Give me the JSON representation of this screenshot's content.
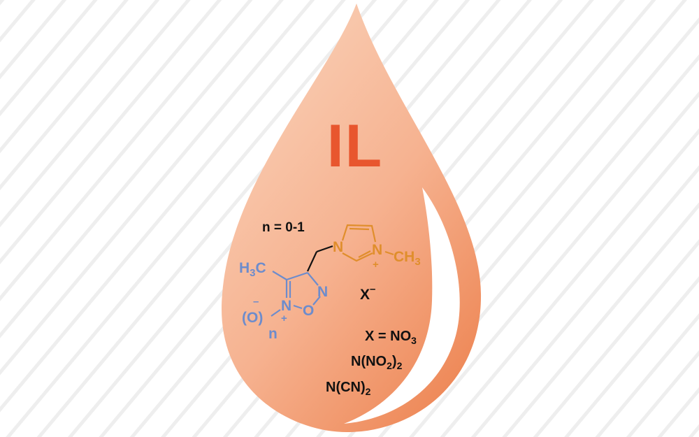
{
  "title": "IL",
  "n_range": "n = 0-1",
  "cation": {
    "n1": "N",
    "n3": "N",
    "plus": "+",
    "methyl": "CH",
    "methyl_sub": "3"
  },
  "furazan": {
    "methyl": "H",
    "methyl_sub": "3",
    "methyl_c": "C",
    "n_ring": "N",
    "o_ring": "O",
    "n_oxide": "N",
    "plus": "+",
    "minus": "–",
    "oxide": "(O)",
    "n_sub": "n"
  },
  "anion": {
    "symbol": "X",
    "charge": "–"
  },
  "anions_list": {
    "label": "X = NO",
    "label_sub": "3",
    "second": "N(NO",
    "second_sub1": "2",
    "second_close": ")",
    "second_sub2": "2",
    "third": "N(CN)",
    "third_sub": "2"
  },
  "colors": {
    "title": "#e8562e",
    "cation": "#e08e2c",
    "furazan": "#6d8ccc",
    "drop_light": "#f9c9ae",
    "drop_dark": "#ef8c5e"
  }
}
